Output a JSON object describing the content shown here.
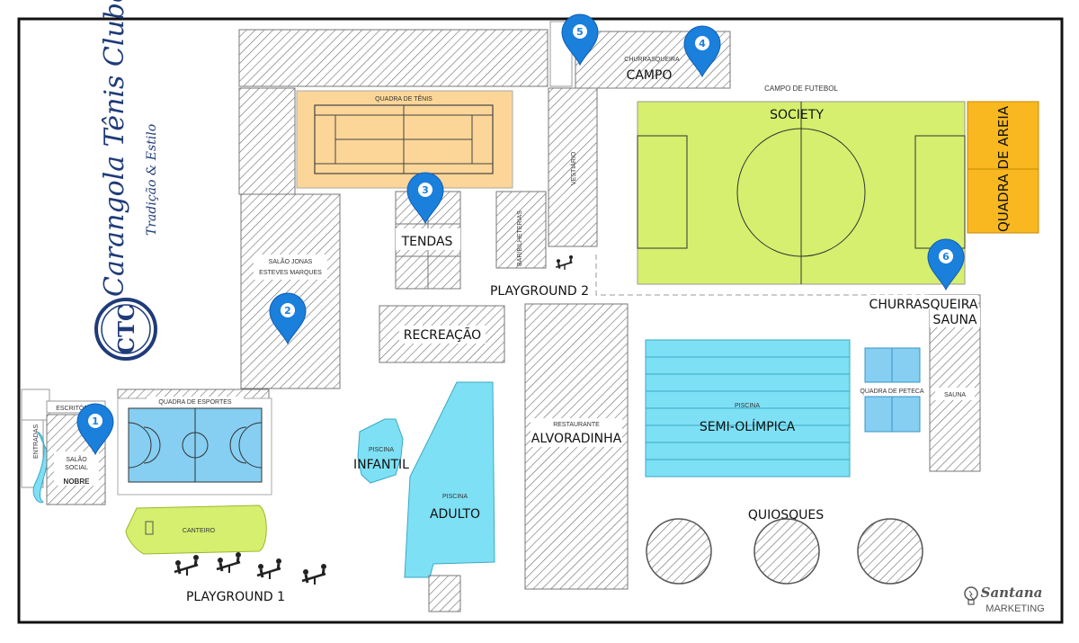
{
  "brand": {
    "title": "Carangola Tênis Clube",
    "subtitle": "Tradição & Estilo",
    "logo_text": "CTC",
    "color": "#1f3b78"
  },
  "facilities": {
    "quadra_tenis": "QUADRA DE TÊNIS",
    "salao_jonas_1": "SALÃO JONAS",
    "salao_jonas_2": "ESTEVES MARQUES",
    "tendas": "TENDAS",
    "bar": "BAR/BILHETERIAS",
    "vestiario": "VESTIÁRIO",
    "churrasqueira_campo_1": "CHURRASQUEIRA",
    "churrasqueira_campo_2": "CAMPO",
    "campo_futebol": "CAMPO DE FUTEBOL",
    "society": "SOCIETY",
    "quadra_areia": "QUADRA DE AREIA",
    "playground2": "PLAYGROUND 2",
    "recreacao": "RECREAÇÃO",
    "restaurante_1": "RESTAURANTE",
    "restaurante_2": "ALVORADINHA",
    "piscina_semi_1": "PISCINA",
    "piscina_semi_2": "SEMI-OLÍMPICA",
    "quadra_peteca": "QUADRA DE PETECA",
    "churrasqueira_sauna_1": "CHURRASQUEIRA",
    "churrasqueira_sauna_2": "SAUNA",
    "sauna": "SAUNA",
    "quiosques": "QUIOSQUES",
    "piscina_infantil_1": "PISCINA",
    "piscina_infantil_2": "INFANTIL",
    "piscina_adulto_1": "PISCINA",
    "piscina_adulto_2": "ADULTO",
    "escritorio": "ESCRITÓRIO",
    "salao_social_1": "SALÃO",
    "salao_social_2": "SOCIAL",
    "salao_social_3": "NOBRE",
    "entradas": "ENTRADAS",
    "quadra_esportes": "QUADRA DE ESPORTES",
    "canteiro": "CANTEIRO",
    "playground1": "PLAYGROUND 1"
  },
  "markers": [
    "1",
    "2",
    "3",
    "4",
    "5",
    "6"
  ],
  "credit": {
    "name": "Santana",
    "sub": "MARKETING"
  },
  "colors": {
    "tennis": "#fcd698",
    "field": "#d6ef6e",
    "sand": "#f9b820",
    "water": "#7ee0f4",
    "court": "#86cff2",
    "marker": "#1b7fdc"
  }
}
